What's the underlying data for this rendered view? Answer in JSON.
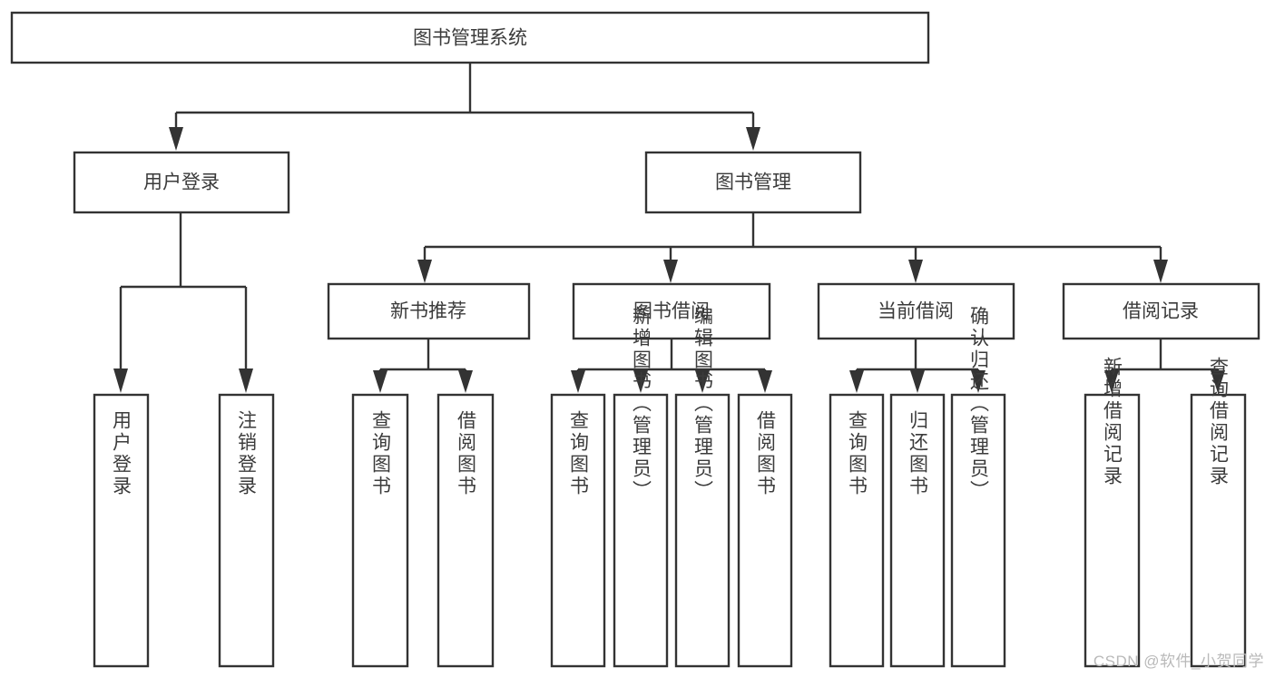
{
  "diagram": {
    "type": "tree",
    "title": "图书管理系统",
    "watermark": "CSDN @软件_小贺同学",
    "colors": {
      "stroke": "#333333",
      "box_fill": "#ffffff",
      "text": "#3b3b3b",
      "background": "#ffffff",
      "watermark": "#b9b9b9"
    },
    "levels": {
      "root": {
        "label": "图书管理系统"
      },
      "level2": [
        {
          "label": "用户登录"
        },
        {
          "label": "图书管理"
        }
      ],
      "level3": [
        {
          "label": "新书推荐"
        },
        {
          "label": "图书借阅"
        },
        {
          "label": "当前借阅"
        },
        {
          "label": "借阅记录"
        }
      ],
      "leaves": {
        "user_login": [
          {
            "label": "用户登录"
          },
          {
            "label": "注销登录"
          }
        ],
        "new_book_recommend": [
          {
            "label": "查询图书"
          },
          {
            "label": "借阅图书"
          }
        ],
        "book_borrow": [
          {
            "label": "查询图书"
          },
          {
            "label": "新增图书（管理员）"
          },
          {
            "label": "编辑图书（管理员）"
          },
          {
            "label": "借阅图书"
          }
        ],
        "current_borrow": [
          {
            "label": "查询图书"
          },
          {
            "label": "归还图书"
          },
          {
            "label": "确认归还（管理员）"
          }
        ],
        "borrow_records": [
          {
            "label": "新增借阅记录"
          },
          {
            "label": "查询借阅记录"
          }
        ]
      }
    }
  }
}
